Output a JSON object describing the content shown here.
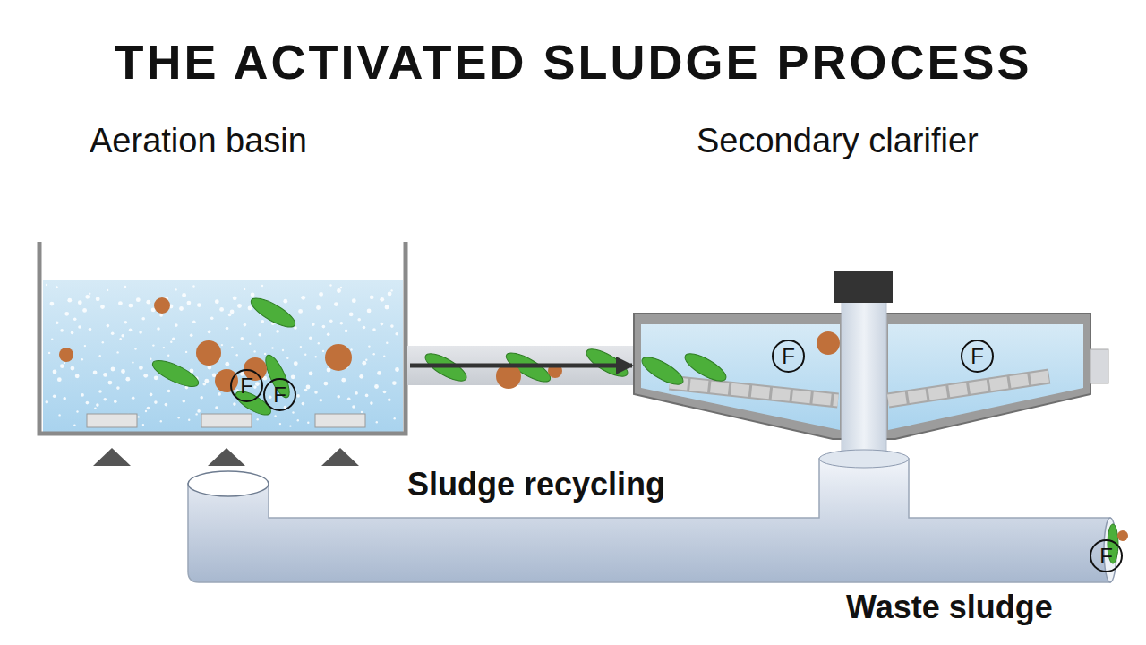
{
  "diagram": {
    "title": "THE ACTIVATED SLUDGE PROCESS",
    "nodes": [
      {
        "text": [
          "Aeration basin"
        ]
      },
      {
        "text": [
          "F"
        ],
        "in": 0
      },
      {
        "text": [
          "F"
        ],
        "in": 0
      },
      {
        "text": [
          "Secondary clarifier"
        ]
      },
      {
        "text": [
          "F"
        ],
        "in": 3
      },
      {
        "text": [
          "F"
        ],
        "in": 3
      },
      {
        "text": [
          "F"
        ]
      }
    ],
    "edges": [
      {
        "from": 0,
        "to": 3,
        "arrow": "to"
      }
    ],
    "labels": [
      "Sludge recycling",
      "Waste sludge"
    ]
  }
}
